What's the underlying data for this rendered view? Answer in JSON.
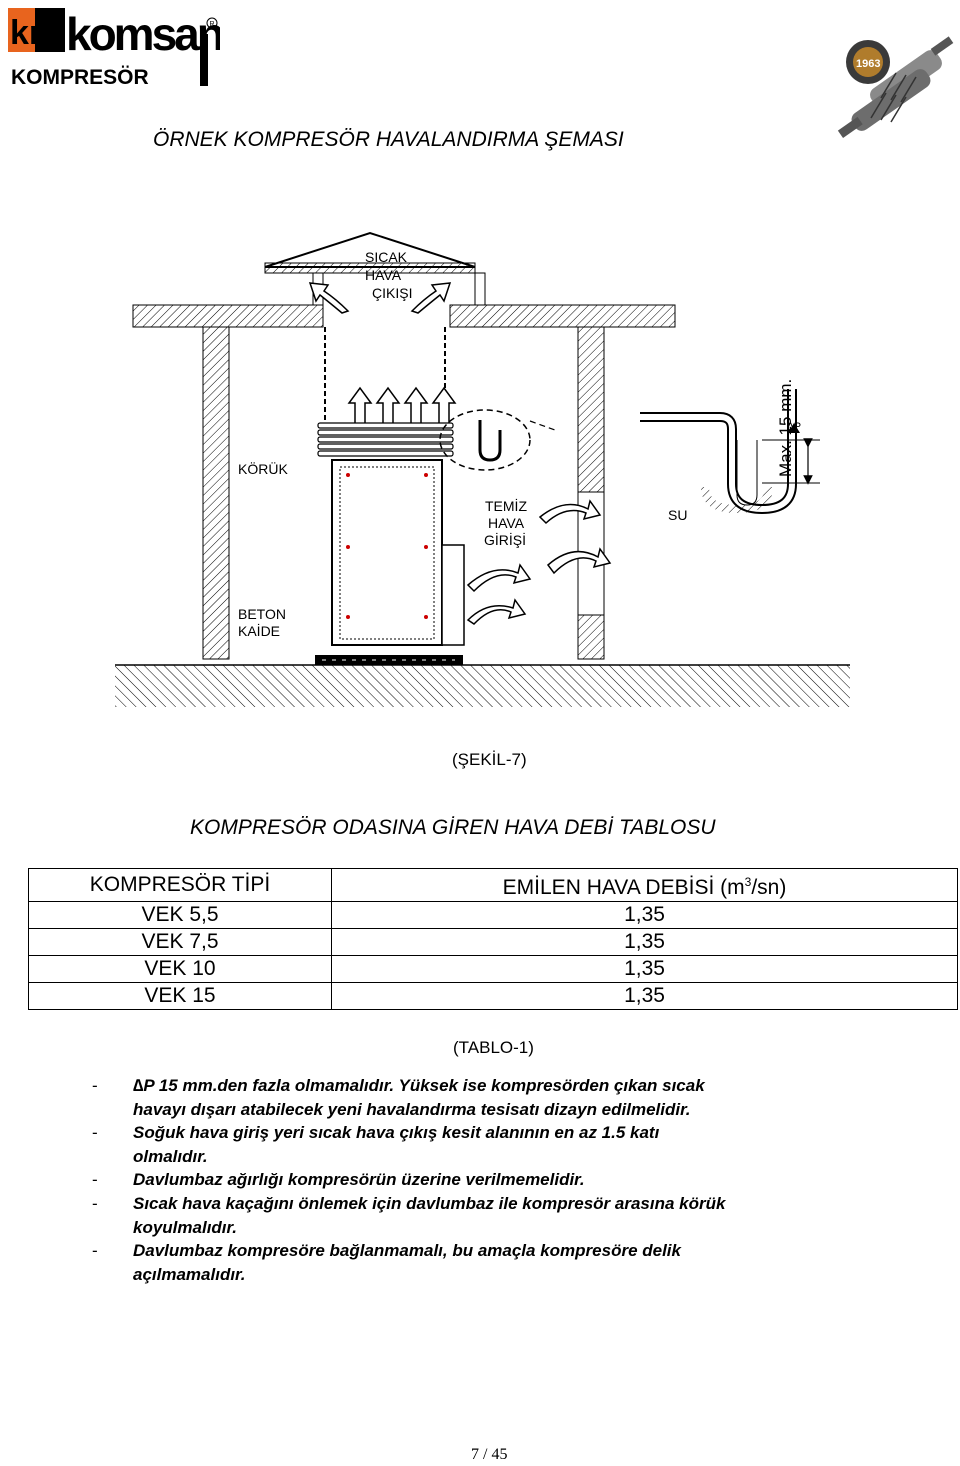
{
  "header": {
    "brand_mark": "kn",
    "brand_name": "komsan",
    "brand_sub": "KOMPRESÖR",
    "registered": "R",
    "badge_year": "1963"
  },
  "title": "ÖRNEK KOMPRESÖR HAVALANDIRMA ŞEMASI",
  "diagram": {
    "labels": {
      "hot_air_1": "SICAK",
      "hot_air_2": "HAVA",
      "hot_air_3": "ÇIKIŞI",
      "bellows": "KÖRÜK",
      "clean_air_1": "TEMİZ",
      "clean_air_2": "HAVA",
      "clean_air_3": "GİRİŞİ",
      "water": "SU",
      "base_1": "BETON",
      "base_2": "KAİDE",
      "max": "Max. 15 mm.",
      "dp": "∆P"
    }
  },
  "figure_caption": "(ŞEKİL-7)",
  "table_title": "KOMPRESÖR ODASINA GİREN HAVA DEBİ TABLOSU",
  "table": {
    "col1": "KOMPRESÖR TİPİ",
    "col2_pre": "EMİLEN HAVA DEBİSİ (m",
    "col2_sup": "3",
    "col2_post": "/sn)",
    "rows": [
      {
        "type": "VEK 5,5",
        "flow": "1,35"
      },
      {
        "type": "VEK 7,5",
        "flow": "1,35"
      },
      {
        "type": "VEK 10",
        "flow": "1,35"
      },
      {
        "type": "VEK 15",
        "flow": "1,35"
      }
    ]
  },
  "table_caption": "(TABLO-1)",
  "notes": {
    "dash": "-",
    "delta": "∆",
    "n1_a": "P 15 mm.den fazla olmamalıdır. Yüksek ise kompresörden çıkan sıcak",
    "n1_b": "havayı dışarı atabilecek yeni havalandırma tesisatı dizayn edilmelidir.",
    "n2_a": "Soğuk hava giriş yeri sıcak hava çıkış kesit alanının en az 1.5 katı",
    "n2_b": "olmalıdır.",
    "n3": "Davlumbaz ağırlığı kompresörün üzerine verilmemelidir.",
    "n4_a": "Sıcak hava kaçağını önlemek için davlumbaz ile kompresör arasına körük",
    "n4_b": "koyulmalıdır.",
    "n5_a": "Davlumbaz kompresöre bağlanmamalı, bu amaçla kompresöre delik",
    "n5_b": "açılmamalıdır."
  },
  "page_number": "7 / 45",
  "colors": {
    "logo_orange": "#e8641e",
    "black": "#000000"
  }
}
